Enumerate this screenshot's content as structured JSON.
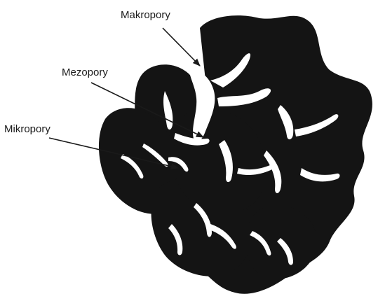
{
  "labels": {
    "macro": "Makropory",
    "meso": "Mezopory",
    "micro": "Mikropory"
  },
  "colors": {
    "particle": "#141414",
    "pore": "#ffffff",
    "text": "#1a1a1a"
  }
}
